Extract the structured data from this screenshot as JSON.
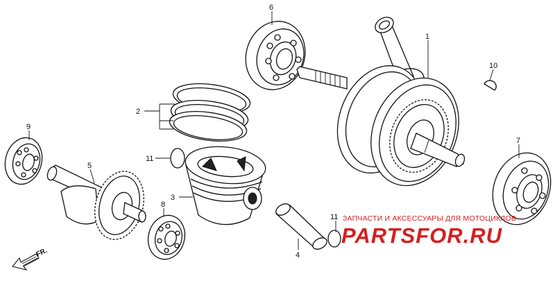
{
  "callouts": [
    {
      "id": "callout-1",
      "label": "1"
    },
    {
      "id": "callout-2",
      "label": "2"
    },
    {
      "id": "callout-3",
      "label": "3"
    },
    {
      "id": "callout-4",
      "label": "4"
    },
    {
      "id": "callout-5",
      "label": "5"
    },
    {
      "id": "callout-6",
      "label": "6"
    },
    {
      "id": "callout-7",
      "label": "7"
    },
    {
      "id": "callout-8",
      "label": "8"
    },
    {
      "id": "callout-9",
      "label": "9"
    },
    {
      "id": "callout-10",
      "label": "10"
    },
    {
      "id": "callout-11a",
      "label": "11"
    },
    {
      "id": "callout-11b",
      "label": "11"
    }
  ],
  "direction": {
    "label": "FR.",
    "icon": "front-arrow-icon"
  },
  "watermark": {
    "tagline": "ЗАПЧАСТИ И АКСЕССУАРЫ ДЛЯ МОТОЦИКЛОВ",
    "logo": "PARTSFOR.RU",
    "color": "#d32020"
  }
}
